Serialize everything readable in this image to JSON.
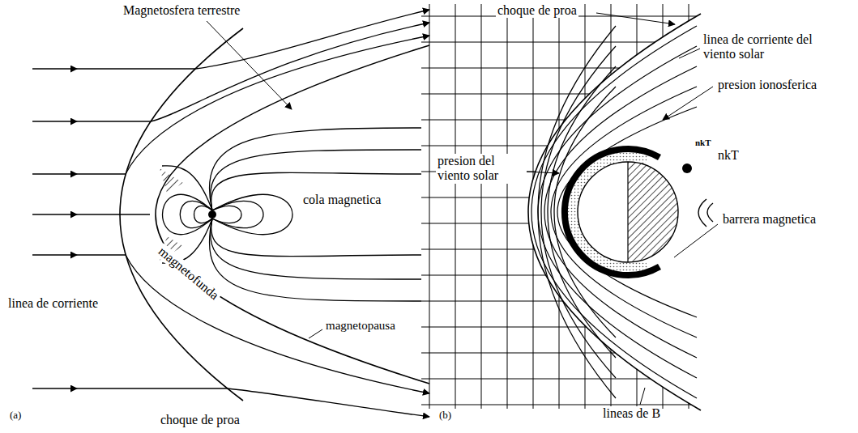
{
  "diagram": {
    "labels": [
      "Magnetosfera terrestre",
      "choque de proa",
      "linea de corriente del viento solar",
      "presion ionosferica",
      "nkT",
      "nkT",
      "presion del viento solar",
      "cola magnetica",
      "barrera magnetica",
      "magnetofunda",
      "linea de corriente",
      "magnetopausa",
      "(a)",
      "choque de proa",
      "(b)",
      "lineas de B"
    ]
  }
}
